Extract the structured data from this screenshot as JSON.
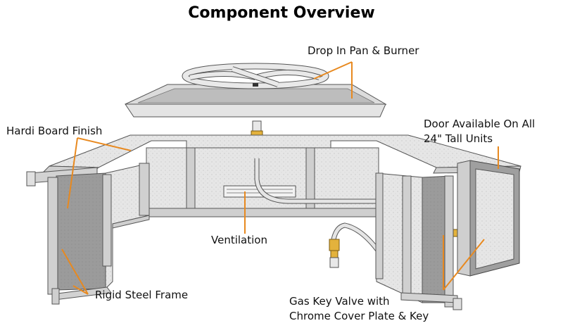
{
  "title": "Component Overview",
  "labels": {
    "pan_burner": "Drop In Pan & Burner",
    "hardi": "Hardi Board Finish",
    "door_line1": "Door Available On All",
    "door_line2": "24\" Tall Units",
    "ventilation": "Ventilation",
    "frame": "Rigid Steel Frame",
    "valve_line1": "Gas Key Valve with",
    "valve_line2": "Chrome Cover Plate & Key"
  },
  "colors": {
    "leader": "#e8891f",
    "board": "#d9d9d9",
    "board_dark": "#9a9a9a",
    "frame": "#cfcfcf",
    "frame_edge": "#555555",
    "brass": "#e3b23c"
  }
}
